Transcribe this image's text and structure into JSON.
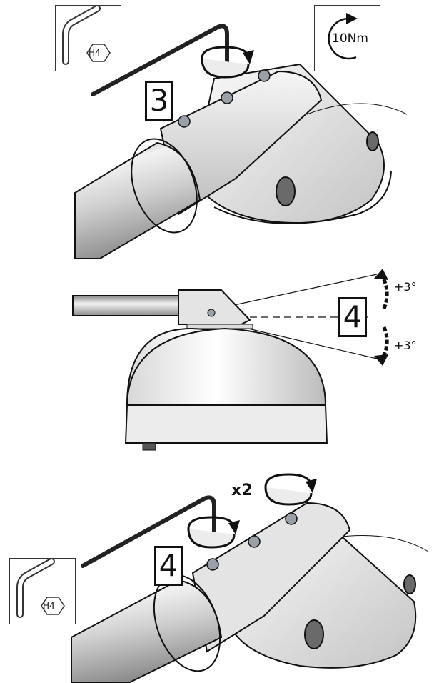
{
  "panel1": {
    "tool_label": "H4",
    "torque_value": "10Nm",
    "step_number": "3"
  },
  "panel2": {
    "step_number": "4",
    "angle_up": "+3°",
    "angle_down": "+3°"
  },
  "panel3": {
    "step_number": "4",
    "repeat_count": "x2",
    "tool_label": "H4"
  },
  "colors": {
    "line": "#111111",
    "metal_light": "#f4f4f4",
    "metal_mid": "#c8c8c8",
    "metal_dark": "#8a8a8a"
  }
}
